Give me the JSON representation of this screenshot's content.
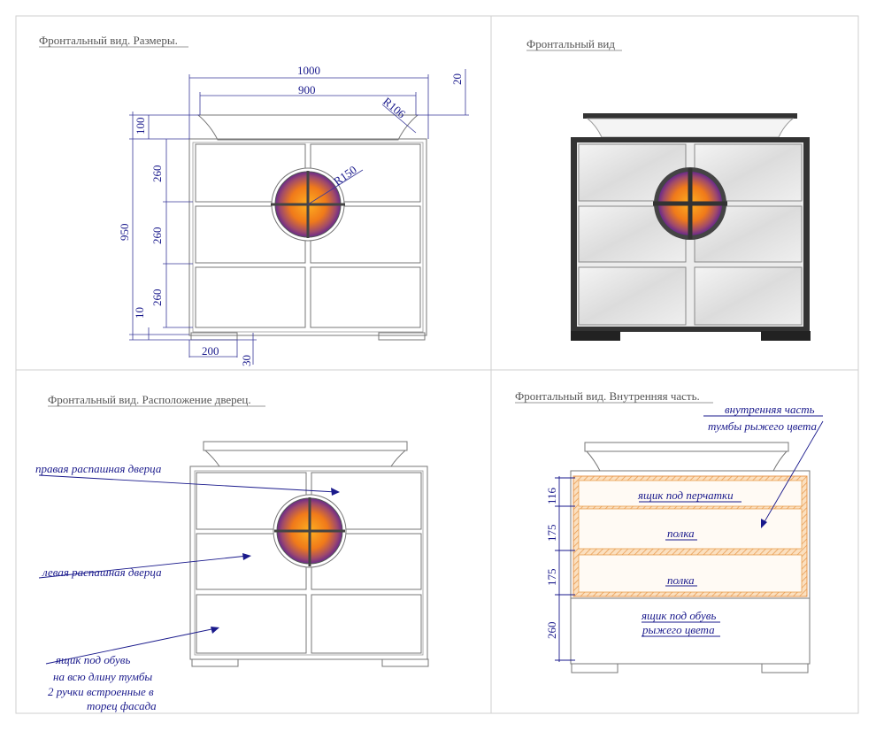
{
  "panels": {
    "p1_title": "Фронтальный вид. Размеры.",
    "p2_title": "Фронтальный вид",
    "p3_title": "Фронтальный вид. Расположение дверец.",
    "p4_title": "Фронтальный вид. Внутренняя часть."
  },
  "dims": {
    "w_total": "1000",
    "w_top": "900",
    "top_offset": "20",
    "radius_top": "R106",
    "h_top": "100",
    "h_total": "950",
    "h_row1": "260",
    "h_row2": "260",
    "h_row3": "260",
    "radius_circle": "R150",
    "h_bottom": "10",
    "w_foot": "200",
    "h_foot": "30"
  },
  "doors": {
    "right_door": "правая распашная дверца",
    "left_door": "левая распашная дверца",
    "shoe_line1": "ящик под обувь",
    "shoe_line2": "на всю длину тумбы",
    "shoe_line3": "2 ручки встроенные в",
    "shoe_line4": "торец фасада"
  },
  "interior": {
    "inner_line1": "внутренняя часть",
    "inner_line2": "тумбы рыжего цвета",
    "gloves": "ящик под перчатки",
    "shelf1": "полка",
    "shelf2": "полка",
    "shoe1": "ящик под обувь",
    "shoe2": "рыжего цвета",
    "d116": "116",
    "d175a": "175",
    "d175b": "175",
    "d260": "260"
  },
  "colors": {
    "dimension": "#1a1a8c",
    "frame_dark": "#333333",
    "orange": "#f08a1a",
    "purple": "#6a2a8a",
    "interior_orange": "#e8a050"
  }
}
